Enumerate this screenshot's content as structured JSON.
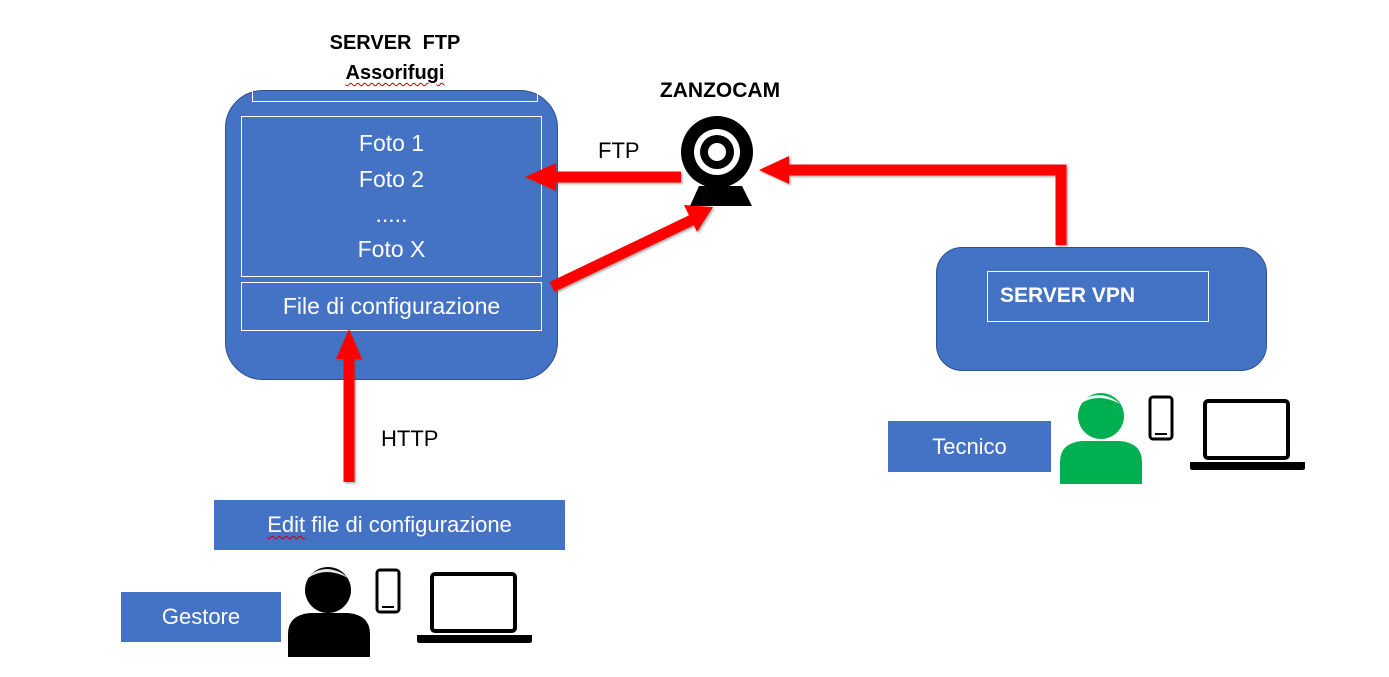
{
  "ftp_server": {
    "title_line1": "SERVER  FTP",
    "title_line2": "Assorifugi",
    "photos": [
      "Foto 1",
      "Foto 2",
      ".....",
      "Foto X"
    ],
    "config_file": "File di configurazione"
  },
  "camera": {
    "title": "ZANZOCAM"
  },
  "links": {
    "ftp": "FTP",
    "http": "HTTP"
  },
  "vpn_server": {
    "label": "SERVER VPN"
  },
  "tecnico": {
    "label": "Tecnico"
  },
  "gestore": {
    "label": "Gestore",
    "edit_config": "Edit file di configurazione",
    "edit_word": "Edit",
    "edit_rest": " file di configurazione"
  },
  "colors": {
    "box": "#4472c4",
    "arrow": "#ff0000",
    "tecnico_person": "#00b050",
    "gestore_person": "#000000"
  }
}
